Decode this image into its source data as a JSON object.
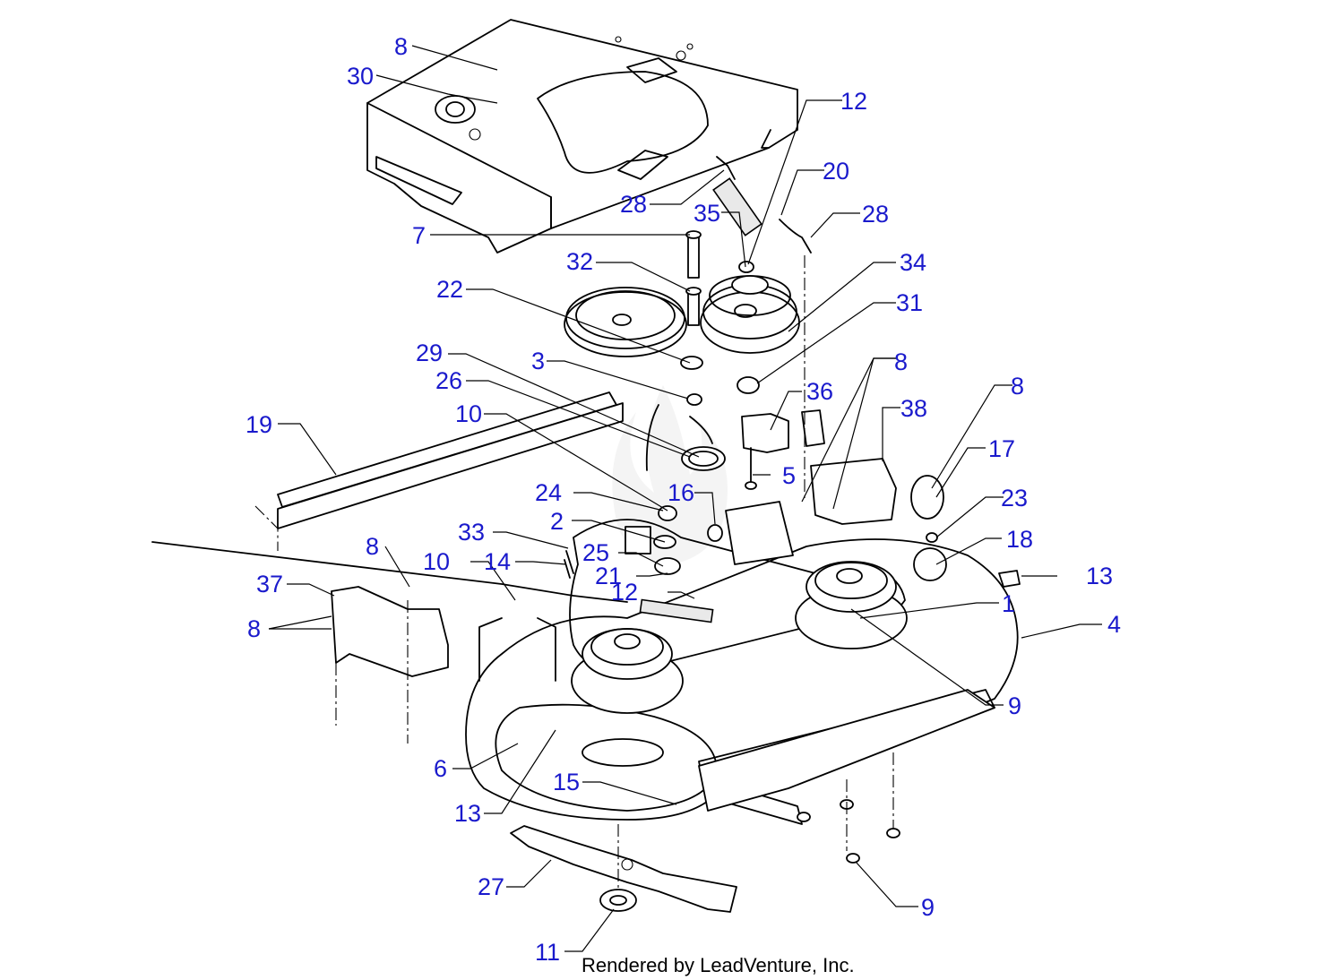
{
  "footer": "Rendered by LeadVenture, Inc.",
  "callouts": [
    "8",
    "30",
    "12",
    "20",
    "28",
    "28",
    "35",
    "7",
    "32",
    "34",
    "22",
    "31",
    "29",
    "3",
    "8",
    "36",
    "26",
    "8",
    "10",
    "38",
    "19",
    "17",
    "5",
    "16",
    "23",
    "24",
    "2",
    "33",
    "8",
    "18",
    "13",
    "14",
    "25",
    "10",
    "21",
    "37",
    "12",
    "1",
    "8",
    "4",
    "9",
    "6",
    "15",
    "13",
    "9",
    "27",
    "11"
  ],
  "colors": {
    "callout_text": "#1a1acc",
    "line_art": "#000000",
    "background": "#ffffff"
  }
}
